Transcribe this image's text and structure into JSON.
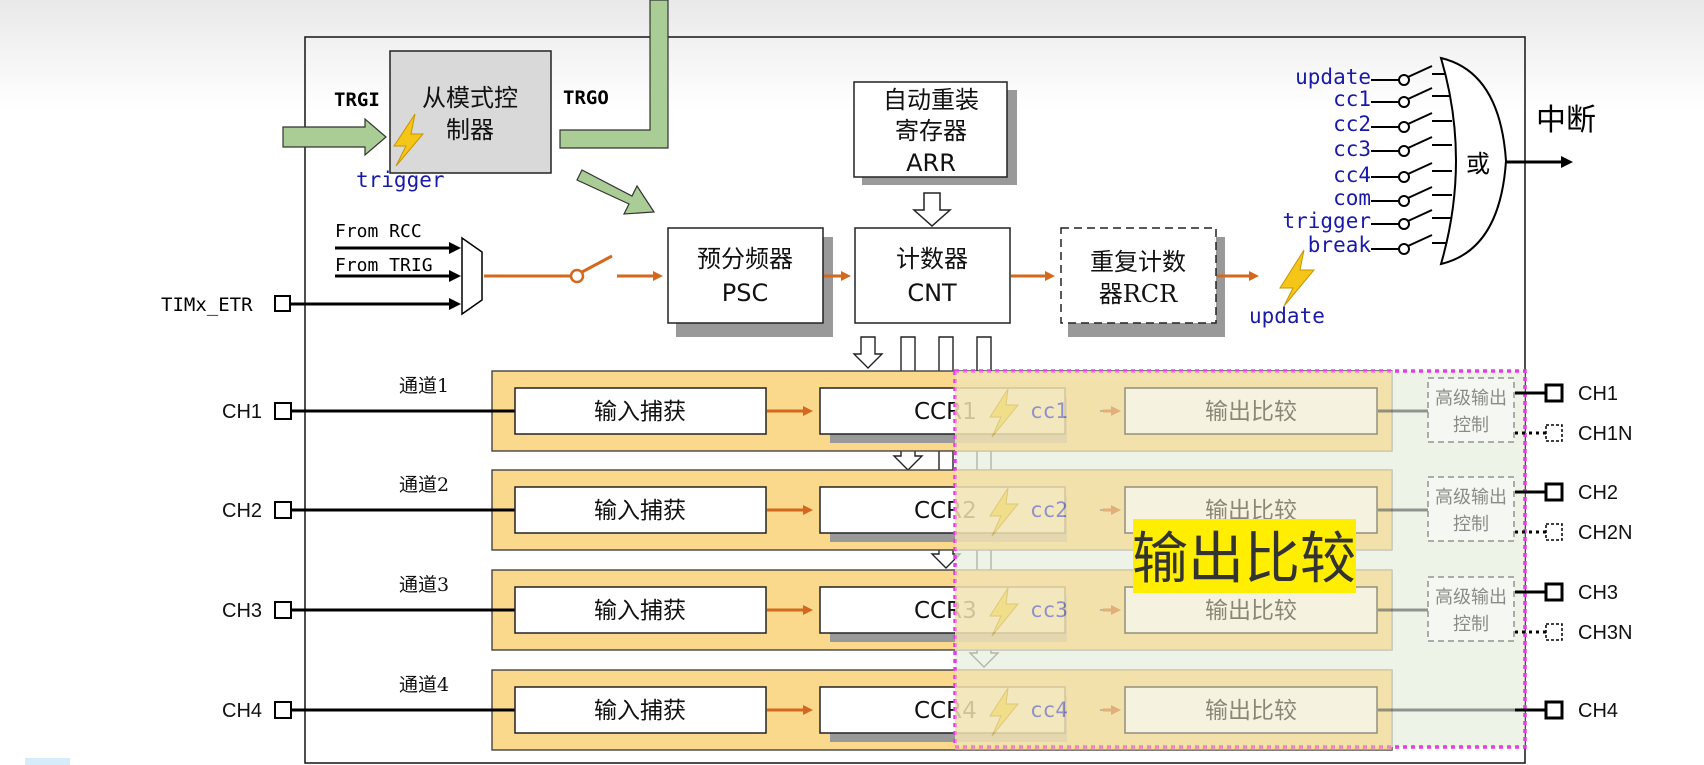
{
  "slave_mode": {
    "label_line1": "从模式控",
    "label_line2": "制器",
    "trgi": "TRGI",
    "trgo": "TRGO",
    "trigger": "trigger"
  },
  "arr": {
    "line1": "自动重装",
    "line2": "寄存器",
    "line3": "ARR"
  },
  "psc": {
    "line1": "预分频器",
    "line2": "PSC"
  },
  "cnt": {
    "line1": "计数器",
    "line2": "CNT"
  },
  "rcr": {
    "line1": "重复计数",
    "line2": "器RCR"
  },
  "clock_inputs": {
    "from_rcc": "From RCC",
    "from_trig": "From TRIG",
    "etr": "TIMx_ETR"
  },
  "update_event": "update",
  "interrupt": {
    "sources": [
      "update",
      "cc1",
      "cc2",
      "cc3",
      "cc4",
      "com",
      "trigger",
      "break"
    ],
    "or_gate": "或",
    "output": "中断"
  },
  "channels": [
    {
      "pin": "CH1",
      "channel_label": "通道1",
      "input_capture": "输入捕获",
      "ccr": "CCR1",
      "cc_event": "cc1",
      "output_compare": "输出比较",
      "adv_line1": "高级输出",
      "adv_line2": "控制",
      "out_pin": "CH1",
      "out_pin_n": "CH1N"
    },
    {
      "pin": "CH2",
      "channel_label": "通道2",
      "input_capture": "输入捕获",
      "ccr": "CCR2",
      "cc_event": "cc2",
      "output_compare": "输出比较",
      "adv_line1": "高级输出",
      "adv_line2": "控制",
      "out_pin": "CH2",
      "out_pin_n": "CH2N"
    },
    {
      "pin": "CH3",
      "channel_label": "通道3",
      "input_capture": "输入捕获",
      "ccr": "CCR3",
      "cc_event": "cc3",
      "output_compare": "输出比较",
      "adv_line1": "高级输出",
      "adv_line2": "控制",
      "out_pin": "CH3",
      "out_pin_n": "CH3N"
    },
    {
      "pin": "CH4",
      "channel_label": "通道4",
      "input_capture": "输入捕获",
      "ccr": "CCR4",
      "cc_event": "cc4",
      "output_compare": "输出比较",
      "out_pin": "CH4"
    }
  ],
  "highlight_label": "输出比较",
  "colors": {
    "channel_fill": "#fbd98c",
    "arrow_orange": "#d2691e",
    "highlight_border": "#e63ce6",
    "highlight_label_bg": "#ffee00",
    "green_arrow": "#a9cd95"
  }
}
